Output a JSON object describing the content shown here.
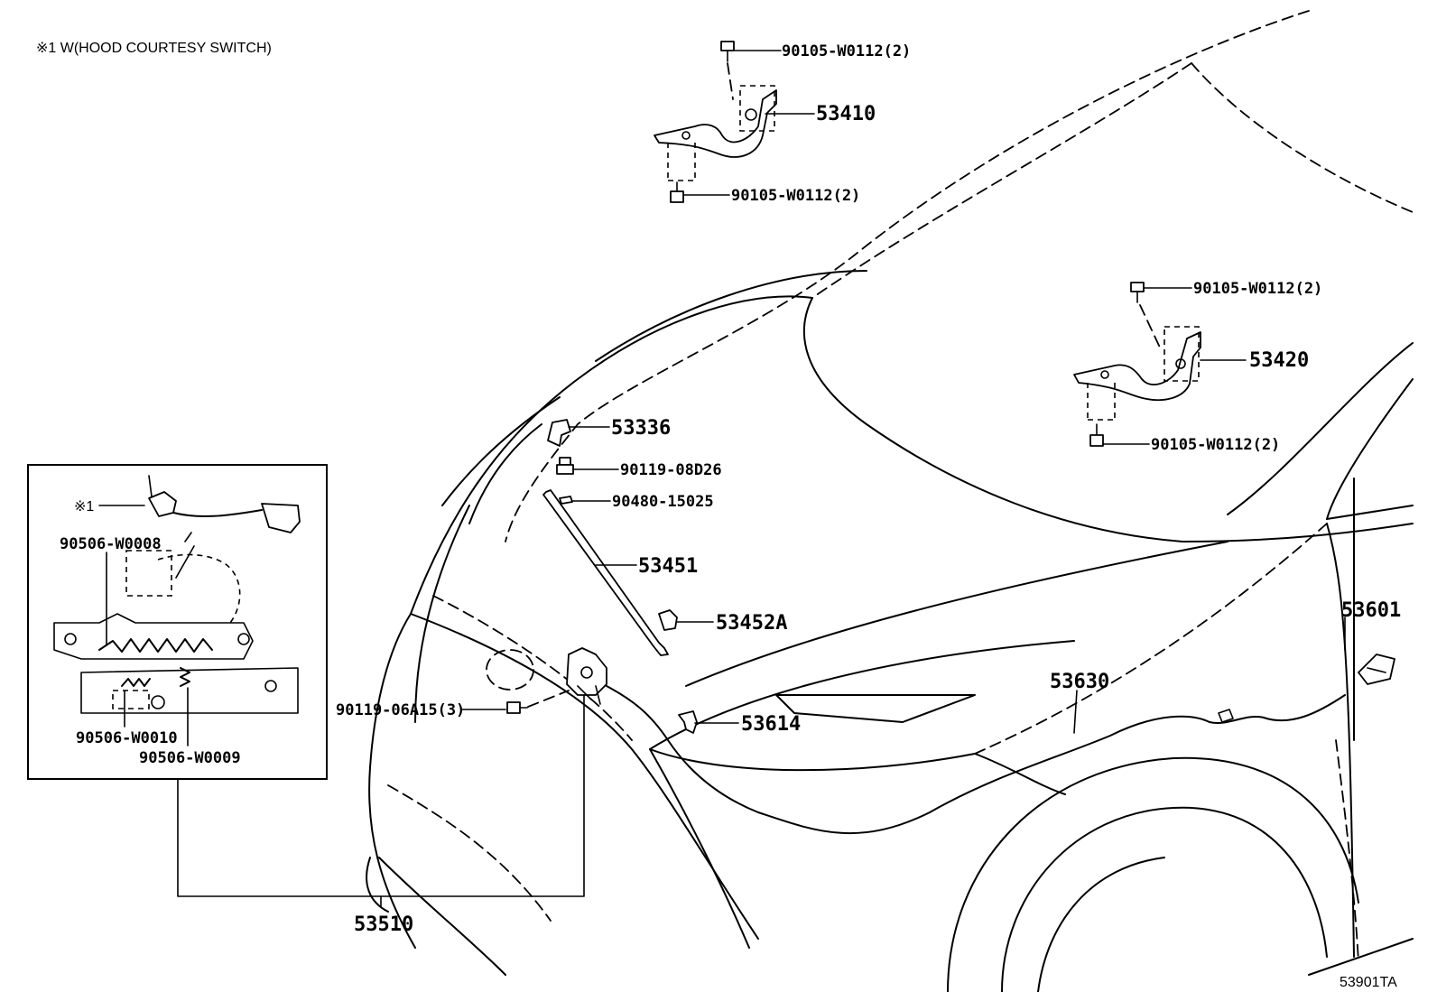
{
  "header_note": "※1 W(HOOD COURTESY SWITCH)",
  "inset": {
    "ref_mark": "※1",
    "labels": {
      "p1": "90506-W0008",
      "p2": "90506-W0010",
      "p3": "90506-W0009"
    }
  },
  "callouts": {
    "c53410": "53410",
    "c53410_bolt_top": "90105-W0112(2)",
    "c53410_bolt_bottom": "90105-W0112(2)",
    "c53420": "53420",
    "c53420_bolt_top": "90105-W0112(2)",
    "c53420_bolt_bottom": "90105-W0112(2)",
    "c53336": "53336",
    "c90119_08D26": "90119-08D26",
    "c90480": "90480-15025",
    "c53451": "53451",
    "c53452A": "53452A",
    "c90119_06A15": "90119-06A15(3)",
    "c53614": "53614",
    "c53630": "53630",
    "c53601": "53601",
    "c53510": "53510"
  },
  "figure_id": "53901TA"
}
